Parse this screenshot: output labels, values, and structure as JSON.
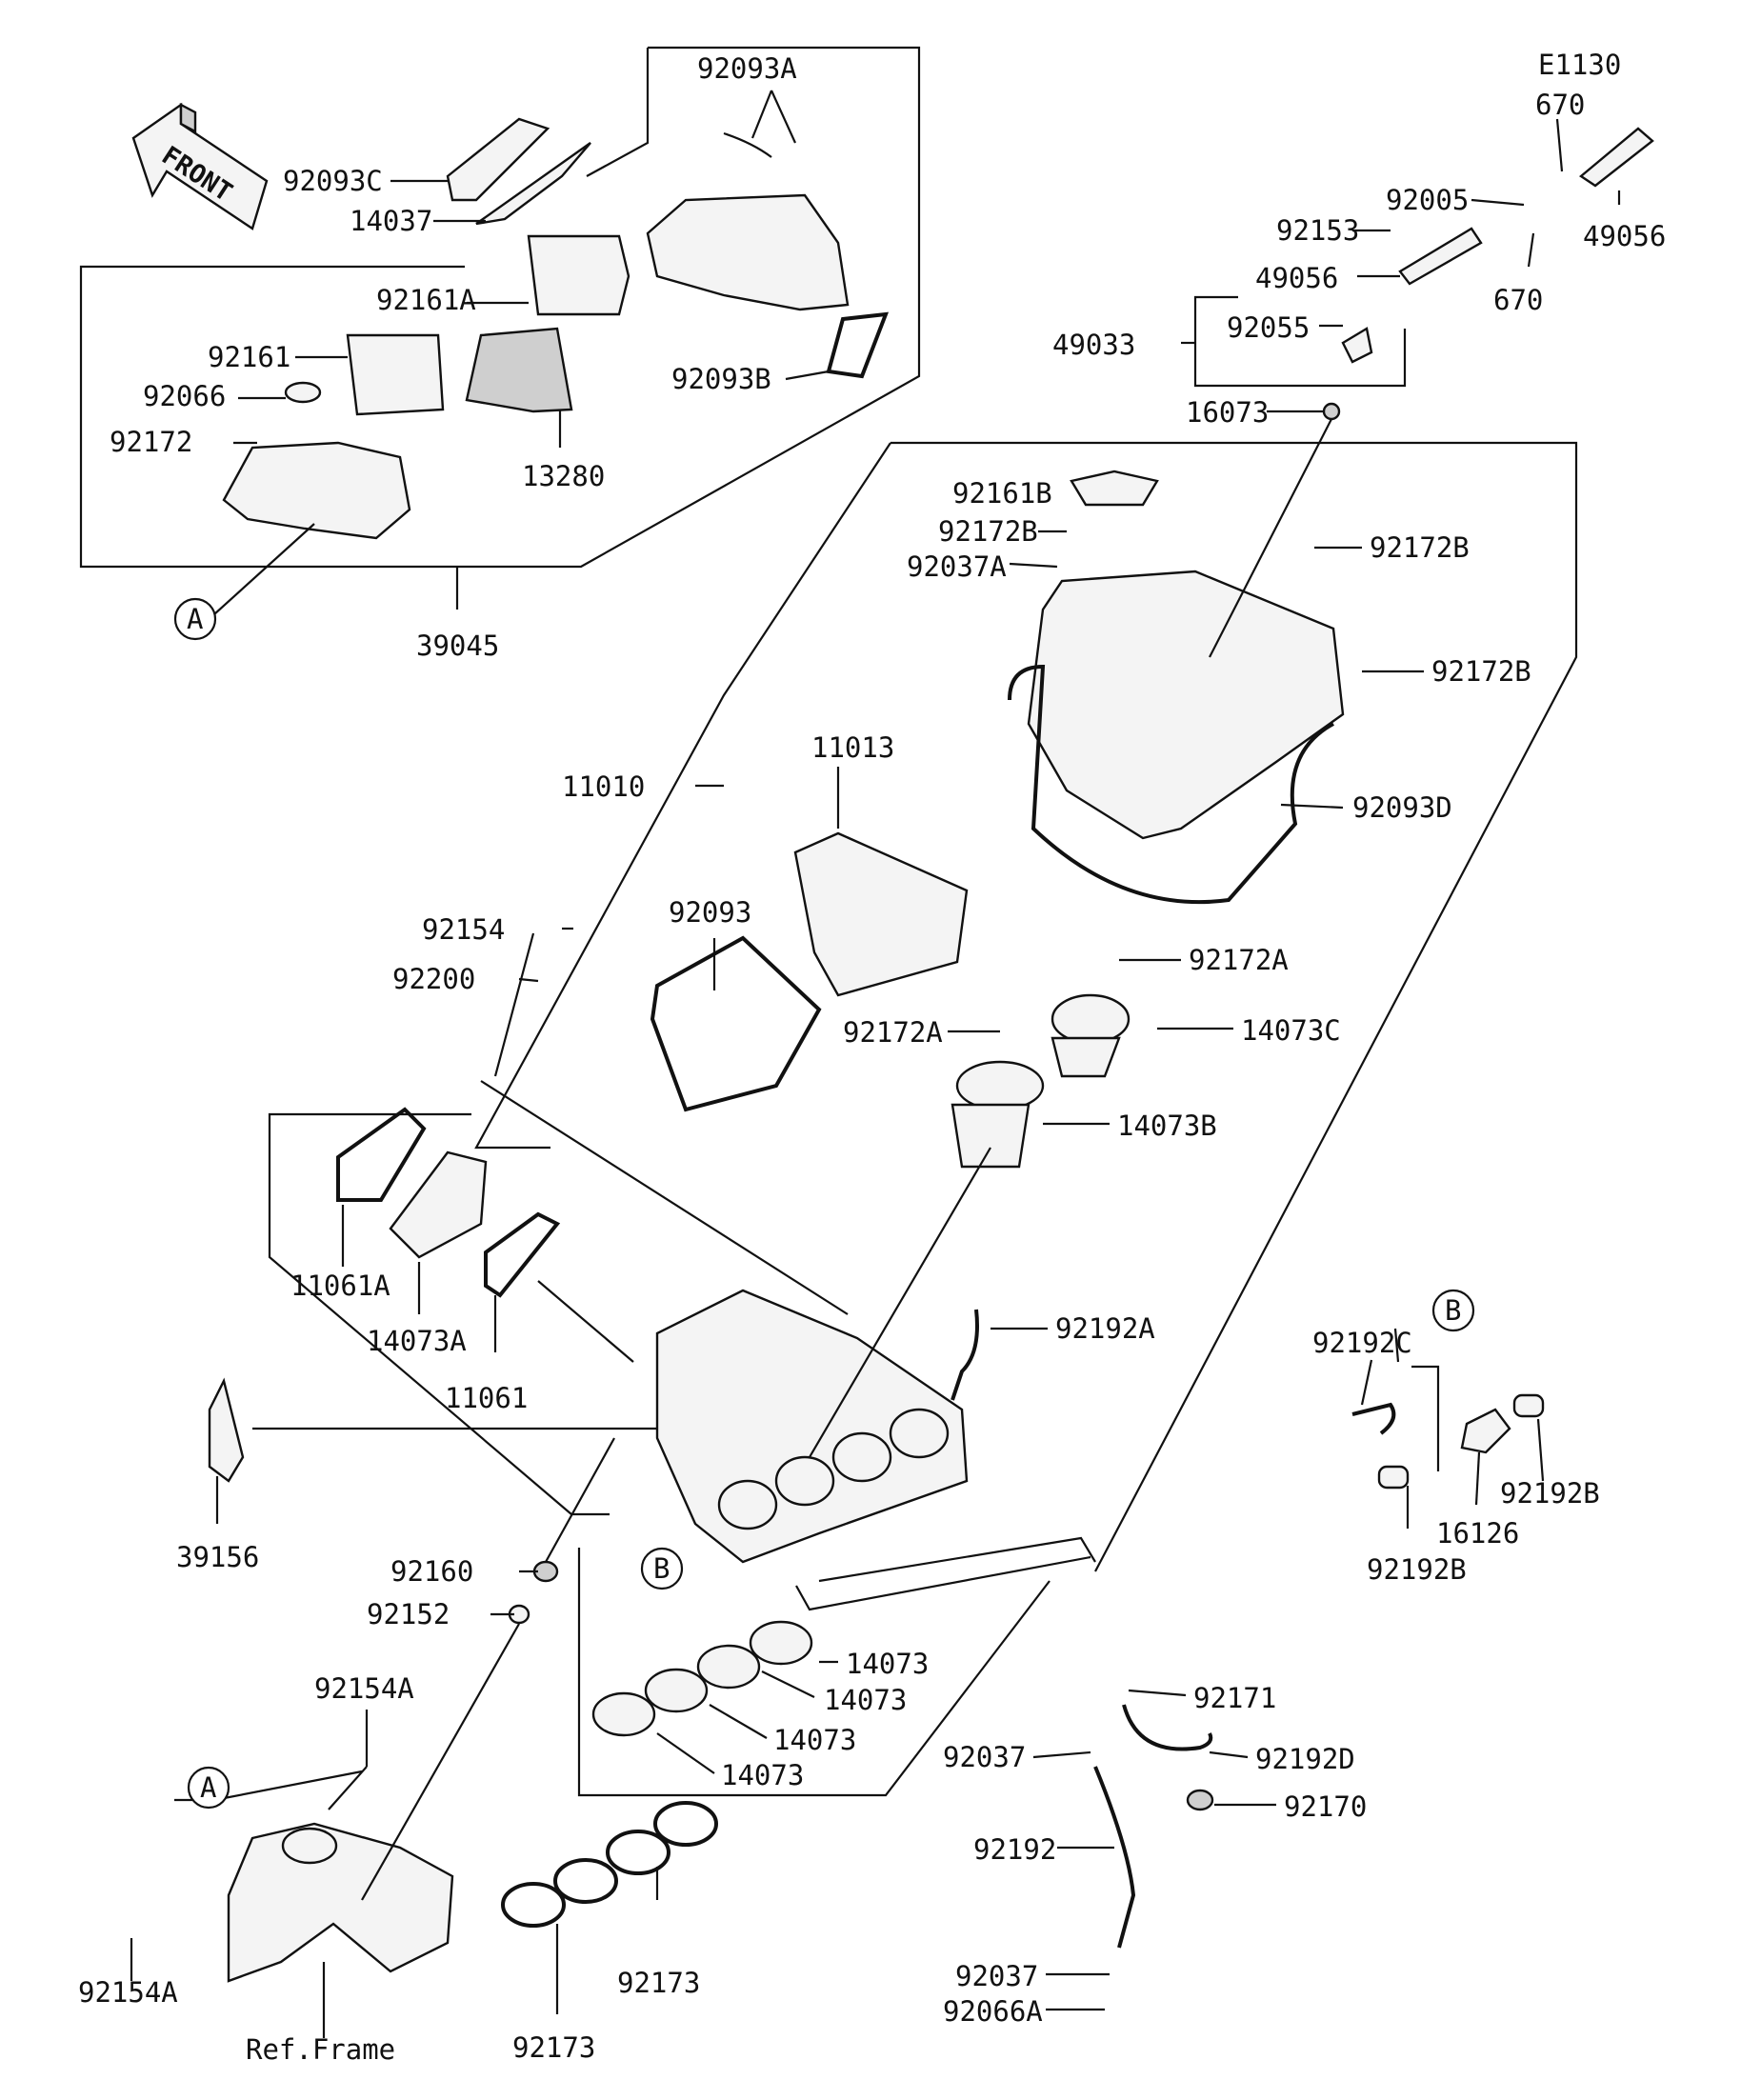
{
  "diagram_code": "E1130",
  "front_label": "FRONT",
  "callouts": {
    "A": "A",
    "B": "B"
  },
  "ref_frame": "Ref.Frame",
  "labels": {
    "p92093A": "92093A",
    "p92093C": "92093C",
    "p14037": "14037",
    "p92161A": "92161A",
    "p92161": "92161",
    "p92066": "92066",
    "p92172": "92172",
    "p13280": "13280",
    "p92093B": "92093B",
    "p39045": "39045",
    "p670a": "670",
    "p92005": "92005",
    "p49056a": "49056",
    "p92153": "92153",
    "p49056b": "49056",
    "p670b": "670",
    "p49033": "49033",
    "p92055": "92055",
    "p16073": "16073",
    "p92161B": "92161B",
    "p92172B_1": "92172B",
    "p92037A": "92037A",
    "p92172B_2": "92172B",
    "p92172B_3": "92172B",
    "p92093D": "92093D",
    "p11010": "11010",
    "p11013": "11013",
    "p92093": "92093",
    "p92154": "92154",
    "p92200": "92200",
    "p92172A_1": "92172A",
    "p14073C": "14073C",
    "p92172A_2": "92172A",
    "p14073B": "14073B",
    "p11061A": "11061A",
    "p14073A": "14073A",
    "p11061": "11061",
    "p92192A": "92192A",
    "p92192C": "92192C",
    "p92192B_1": "92192B",
    "p16126": "16126",
    "p92192B_2": "92192B",
    "p39156": "39156",
    "p92160": "92160",
    "p92152": "92152",
    "p14073_1": "14073",
    "p14073_2": "14073",
    "p14073_3": "14073",
    "p14073_4": "14073",
    "p92171": "92171",
    "p92037_1": "92037",
    "p92192D": "92192D",
    "p92170": "92170",
    "p92192": "92192",
    "p92037_2": "92037",
    "p92066A": "92066A",
    "p92154A_1": "92154A",
    "p92154A_2": "92154A",
    "p92173_1": "92173",
    "p92173_2": "92173"
  }
}
